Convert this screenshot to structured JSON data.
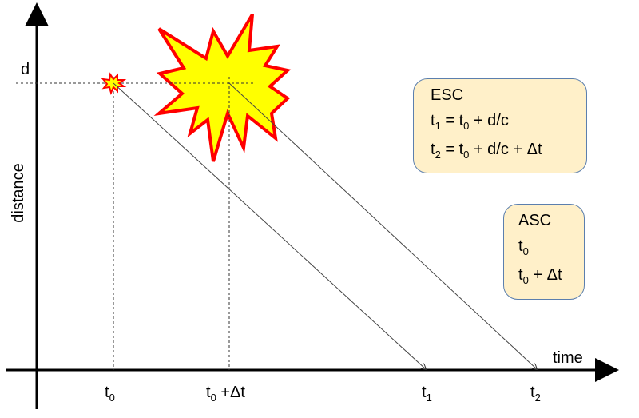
{
  "axes": {
    "x_label": "time",
    "y_label": "distance",
    "d_label": "d"
  },
  "ticks": [
    {
      "base": "t",
      "sub": "0",
      "suffix": ""
    },
    {
      "base": "t",
      "sub": "0",
      "suffix": " +Δt"
    },
    {
      "base": "t",
      "sub": "1",
      "suffix": ""
    },
    {
      "base": "t",
      "sub": "2",
      "suffix": ""
    }
  ],
  "esc_box": {
    "title": "ESC",
    "line1": {
      "base": "t",
      "sub": "1",
      "mid": " = t",
      "sub2": "0",
      "rest": " + d/c"
    },
    "line2": {
      "base": "t",
      "sub": "2",
      "mid": " = t",
      "sub2": "0",
      "rest": " + d/c + Δt"
    }
  },
  "asc_box": {
    "title": "ASC",
    "line1": {
      "base": "t",
      "sub": "0"
    },
    "line2": {
      "base": "t",
      "sub": "0",
      "rest": " + Δt"
    }
  },
  "colors": {
    "burst_fill": "#FFFF00",
    "burst_stroke": "#FF0000",
    "box_fill": "#FFF0C9",
    "box_border": "#5B7FAE"
  }
}
